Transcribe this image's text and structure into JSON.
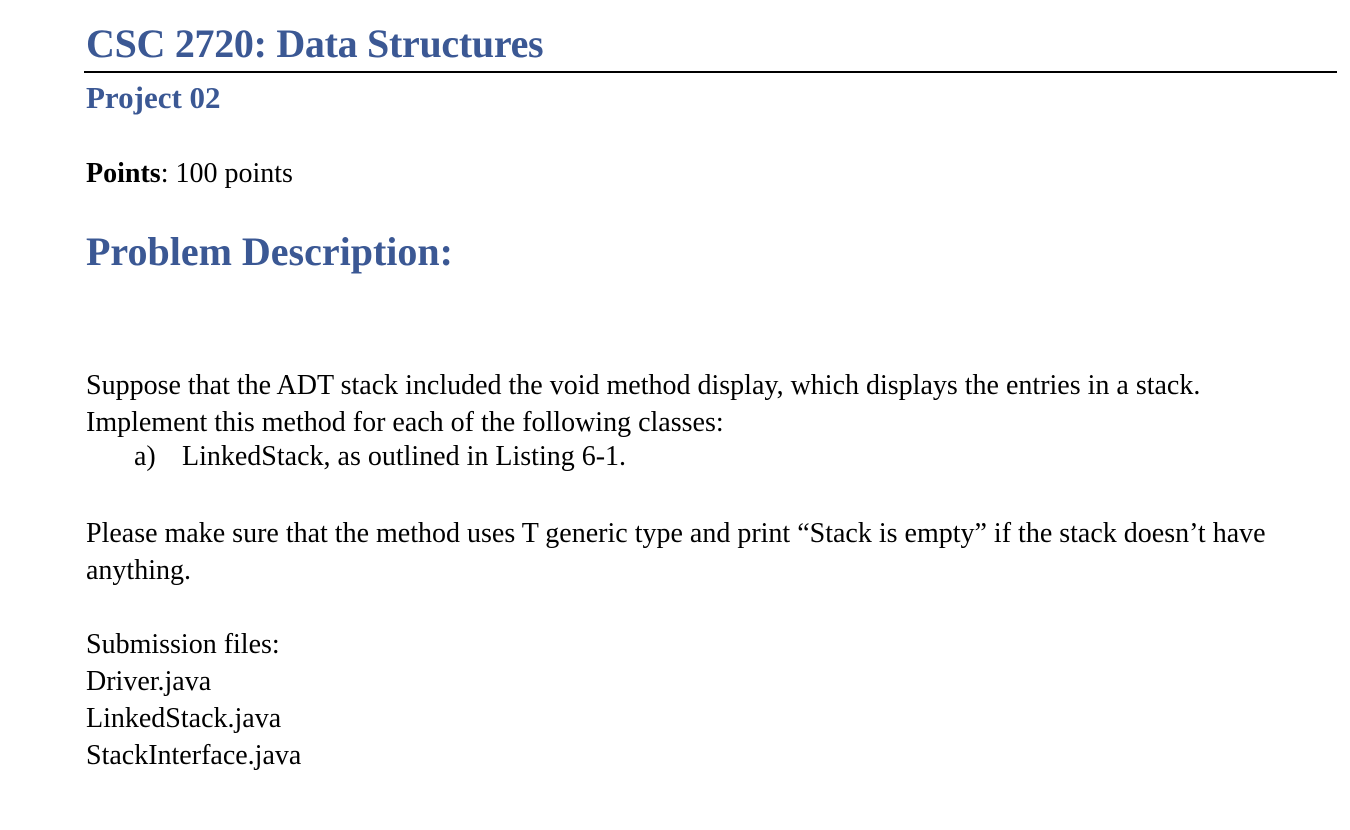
{
  "header": {
    "course_title": "CSC 2720: Data Structures",
    "project": "Project 02"
  },
  "points": {
    "label": "Points",
    "separator": ":",
    "value": " 100 points"
  },
  "section": {
    "heading": "Problem Description:"
  },
  "body": {
    "paragraph1": "Suppose that the ADT stack included the void method display, which displays the entries in a stack. Implement this method for each of the following classes:",
    "list": [
      {
        "marker": "a)",
        "text": "LinkedStack, as outlined in Listing 6-1."
      }
    ],
    "paragraph2": "Please make sure that the method uses T generic type and print “Stack is empty” if the stack doesn’t have anything.",
    "submission_label": "Submission files:",
    "files": [
      "Driver.java",
      "LinkedStack.java",
      "StackInterface.java"
    ]
  },
  "colors": {
    "heading": "#3b5894",
    "text": "#000000"
  }
}
